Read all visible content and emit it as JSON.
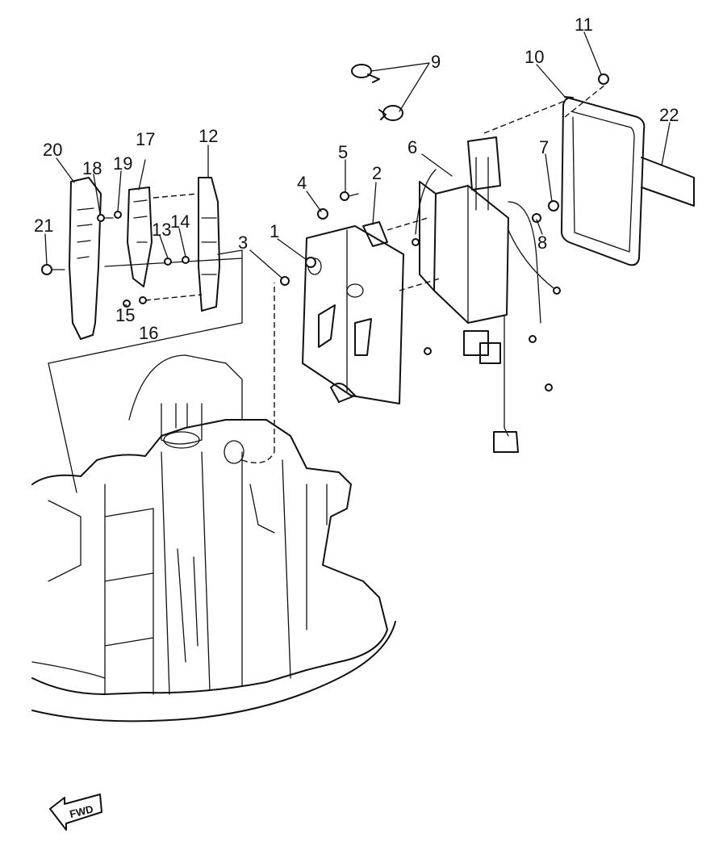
{
  "callouts": [
    "1",
    "2",
    "3",
    "4",
    "5",
    "6",
    "7",
    "8",
    "9",
    "10",
    "11",
    "12",
    "13",
    "14",
    "15",
    "16",
    "17",
    "18",
    "19",
    "20",
    "21",
    "22"
  ],
  "fwd_label": "FWD",
  "colors": {
    "ink": "#111111",
    "paper": "#ffffff"
  }
}
